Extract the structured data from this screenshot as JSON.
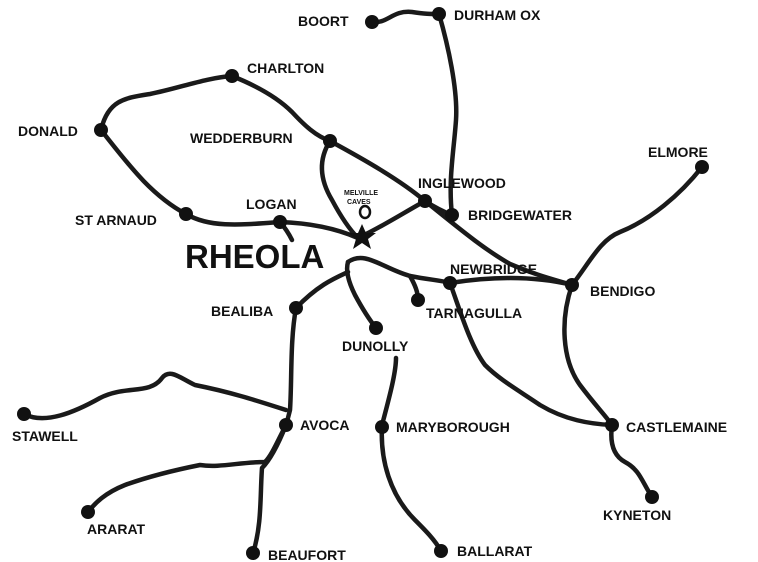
{
  "map": {
    "center_town": "RHEOLA",
    "landmark": {
      "line1": "MELVILLE",
      "line2": "CAVES"
    },
    "colors": {
      "ink": "#111111",
      "background": "#ffffff"
    },
    "towns": {
      "boort": "BOORT",
      "durham_ox": "DURHAM OX",
      "charlton": "CHARLTON",
      "donald": "DONALD",
      "wedderburn": "WEDDERBURN",
      "elmore": "ELMORE",
      "inglewood": "INGLEWOOD",
      "bridgewater": "BRIDGEWATER",
      "logan": "LOGAN",
      "st_arnaud": "ST ARNAUD",
      "newbridge": "NEWBRIDGE",
      "bendigo": "BENDIGO",
      "bealiba": "BEALIBA",
      "tarnagulla": "TARNAGULLA",
      "dunolly": "DUNOLLY",
      "stawell": "STAWELL",
      "avoca": "AVOCA",
      "maryborough": "MARYBOROUGH",
      "castlemaine": "CASTLEMAINE",
      "ararat": "ARARAT",
      "kyneton": "KYNETON",
      "beaufort": "BEAUFORT",
      "ballarat": "BALLARAT"
    }
  }
}
